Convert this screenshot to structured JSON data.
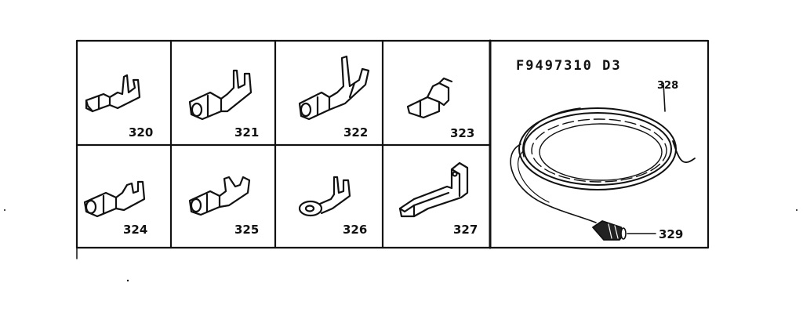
{
  "diagram": {
    "code": "F9497310 D3",
    "parts": [
      {
        "number": "320",
        "icon": "flag-terminal-small-icon"
      },
      {
        "number": "321",
        "icon": "female-spade-terminal-icon"
      },
      {
        "number": "322",
        "icon": "female-spade-terminal-long-icon"
      },
      {
        "number": "323",
        "icon": "clip-terminal-icon"
      },
      {
        "number": "324",
        "icon": "female-spade-terminal-small-icon"
      },
      {
        "number": "325",
        "icon": "female-spade-terminal-open-icon"
      },
      {
        "number": "326",
        "icon": "ring-terminal-icon"
      },
      {
        "number": "327",
        "icon": "flag-spade-connector-icon"
      },
      {
        "number": "328",
        "icon": "insulation-sleeving-coil-icon"
      },
      {
        "number": "329",
        "icon": "tapered-plug-icon"
      }
    ]
  }
}
